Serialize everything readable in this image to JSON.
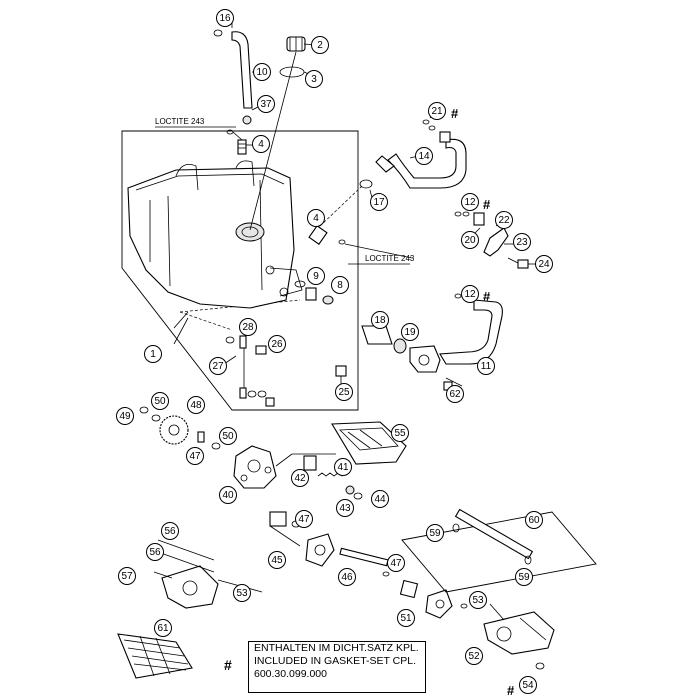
{
  "notes": {
    "loctite_top": "LOCTITE 243",
    "loctite_mid": "LOCTITE 243"
  },
  "legend": {
    "marker": "#",
    "line1": "ENTHALTEN IM DICHT.SATZ KPL.",
    "line2": "INCLUDED IN GASKET-SET CPL.",
    "line3": "600.30.099.000"
  },
  "callouts": [
    {
      "id": "c16",
      "label": "16"
    },
    {
      "id": "c2",
      "label": "2"
    },
    {
      "id": "c3",
      "label": "3"
    },
    {
      "id": "c10",
      "label": "10"
    },
    {
      "id": "c37",
      "label": "37"
    },
    {
      "id": "c4a",
      "label": "4"
    },
    {
      "id": "c21",
      "label": "21"
    },
    {
      "id": "c14",
      "label": "14"
    },
    {
      "id": "c17",
      "label": "17"
    },
    {
      "id": "c4b",
      "label": "4"
    },
    {
      "id": "c12a",
      "label": "12"
    },
    {
      "id": "c22",
      "label": "22"
    },
    {
      "id": "c20",
      "label": "20"
    },
    {
      "id": "c23",
      "label": "23"
    },
    {
      "id": "c24",
      "label": "24"
    },
    {
      "id": "c9",
      "label": "9"
    },
    {
      "id": "c8",
      "label": "8"
    },
    {
      "id": "c12b",
      "label": "12"
    },
    {
      "id": "c18",
      "label": "18"
    },
    {
      "id": "c19",
      "label": "19"
    },
    {
      "id": "c28",
      "label": "28"
    },
    {
      "id": "c26",
      "label": "26"
    },
    {
      "id": "c1",
      "label": "1"
    },
    {
      "id": "c27",
      "label": "27"
    },
    {
      "id": "c11",
      "label": "11"
    },
    {
      "id": "c25",
      "label": "25"
    },
    {
      "id": "c62",
      "label": "62"
    },
    {
      "id": "c50a",
      "label": "50"
    },
    {
      "id": "c49",
      "label": "49"
    },
    {
      "id": "c48",
      "label": "48"
    },
    {
      "id": "c50b",
      "label": "50"
    },
    {
      "id": "c55",
      "label": "55"
    },
    {
      "id": "c47a",
      "label": "47"
    },
    {
      "id": "c41",
      "label": "41"
    },
    {
      "id": "c42",
      "label": "42"
    },
    {
      "id": "c40",
      "label": "40"
    },
    {
      "id": "c44",
      "label": "44"
    },
    {
      "id": "c43",
      "label": "43"
    },
    {
      "id": "c47b",
      "label": "47"
    },
    {
      "id": "c60",
      "label": "60"
    },
    {
      "id": "c56a",
      "label": "56"
    },
    {
      "id": "c59a",
      "label": "59"
    },
    {
      "id": "c56b",
      "label": "56"
    },
    {
      "id": "c45",
      "label": "45"
    },
    {
      "id": "c47c",
      "label": "47"
    },
    {
      "id": "c57",
      "label": "57"
    },
    {
      "id": "c46",
      "label": "46"
    },
    {
      "id": "c59b",
      "label": "59"
    },
    {
      "id": "c53a",
      "label": "53"
    },
    {
      "id": "c53b",
      "label": "53"
    },
    {
      "id": "c51",
      "label": "51"
    },
    {
      "id": "c61",
      "label": "61"
    },
    {
      "id": "c52",
      "label": "52"
    },
    {
      "id": "c54",
      "label": "54"
    }
  ],
  "hash_marks": [
    {
      "id": "h21",
      "label": "#"
    },
    {
      "id": "h12a",
      "label": "#"
    },
    {
      "id": "h12b",
      "label": "#"
    },
    {
      "id": "h54",
      "label": "#"
    }
  ]
}
